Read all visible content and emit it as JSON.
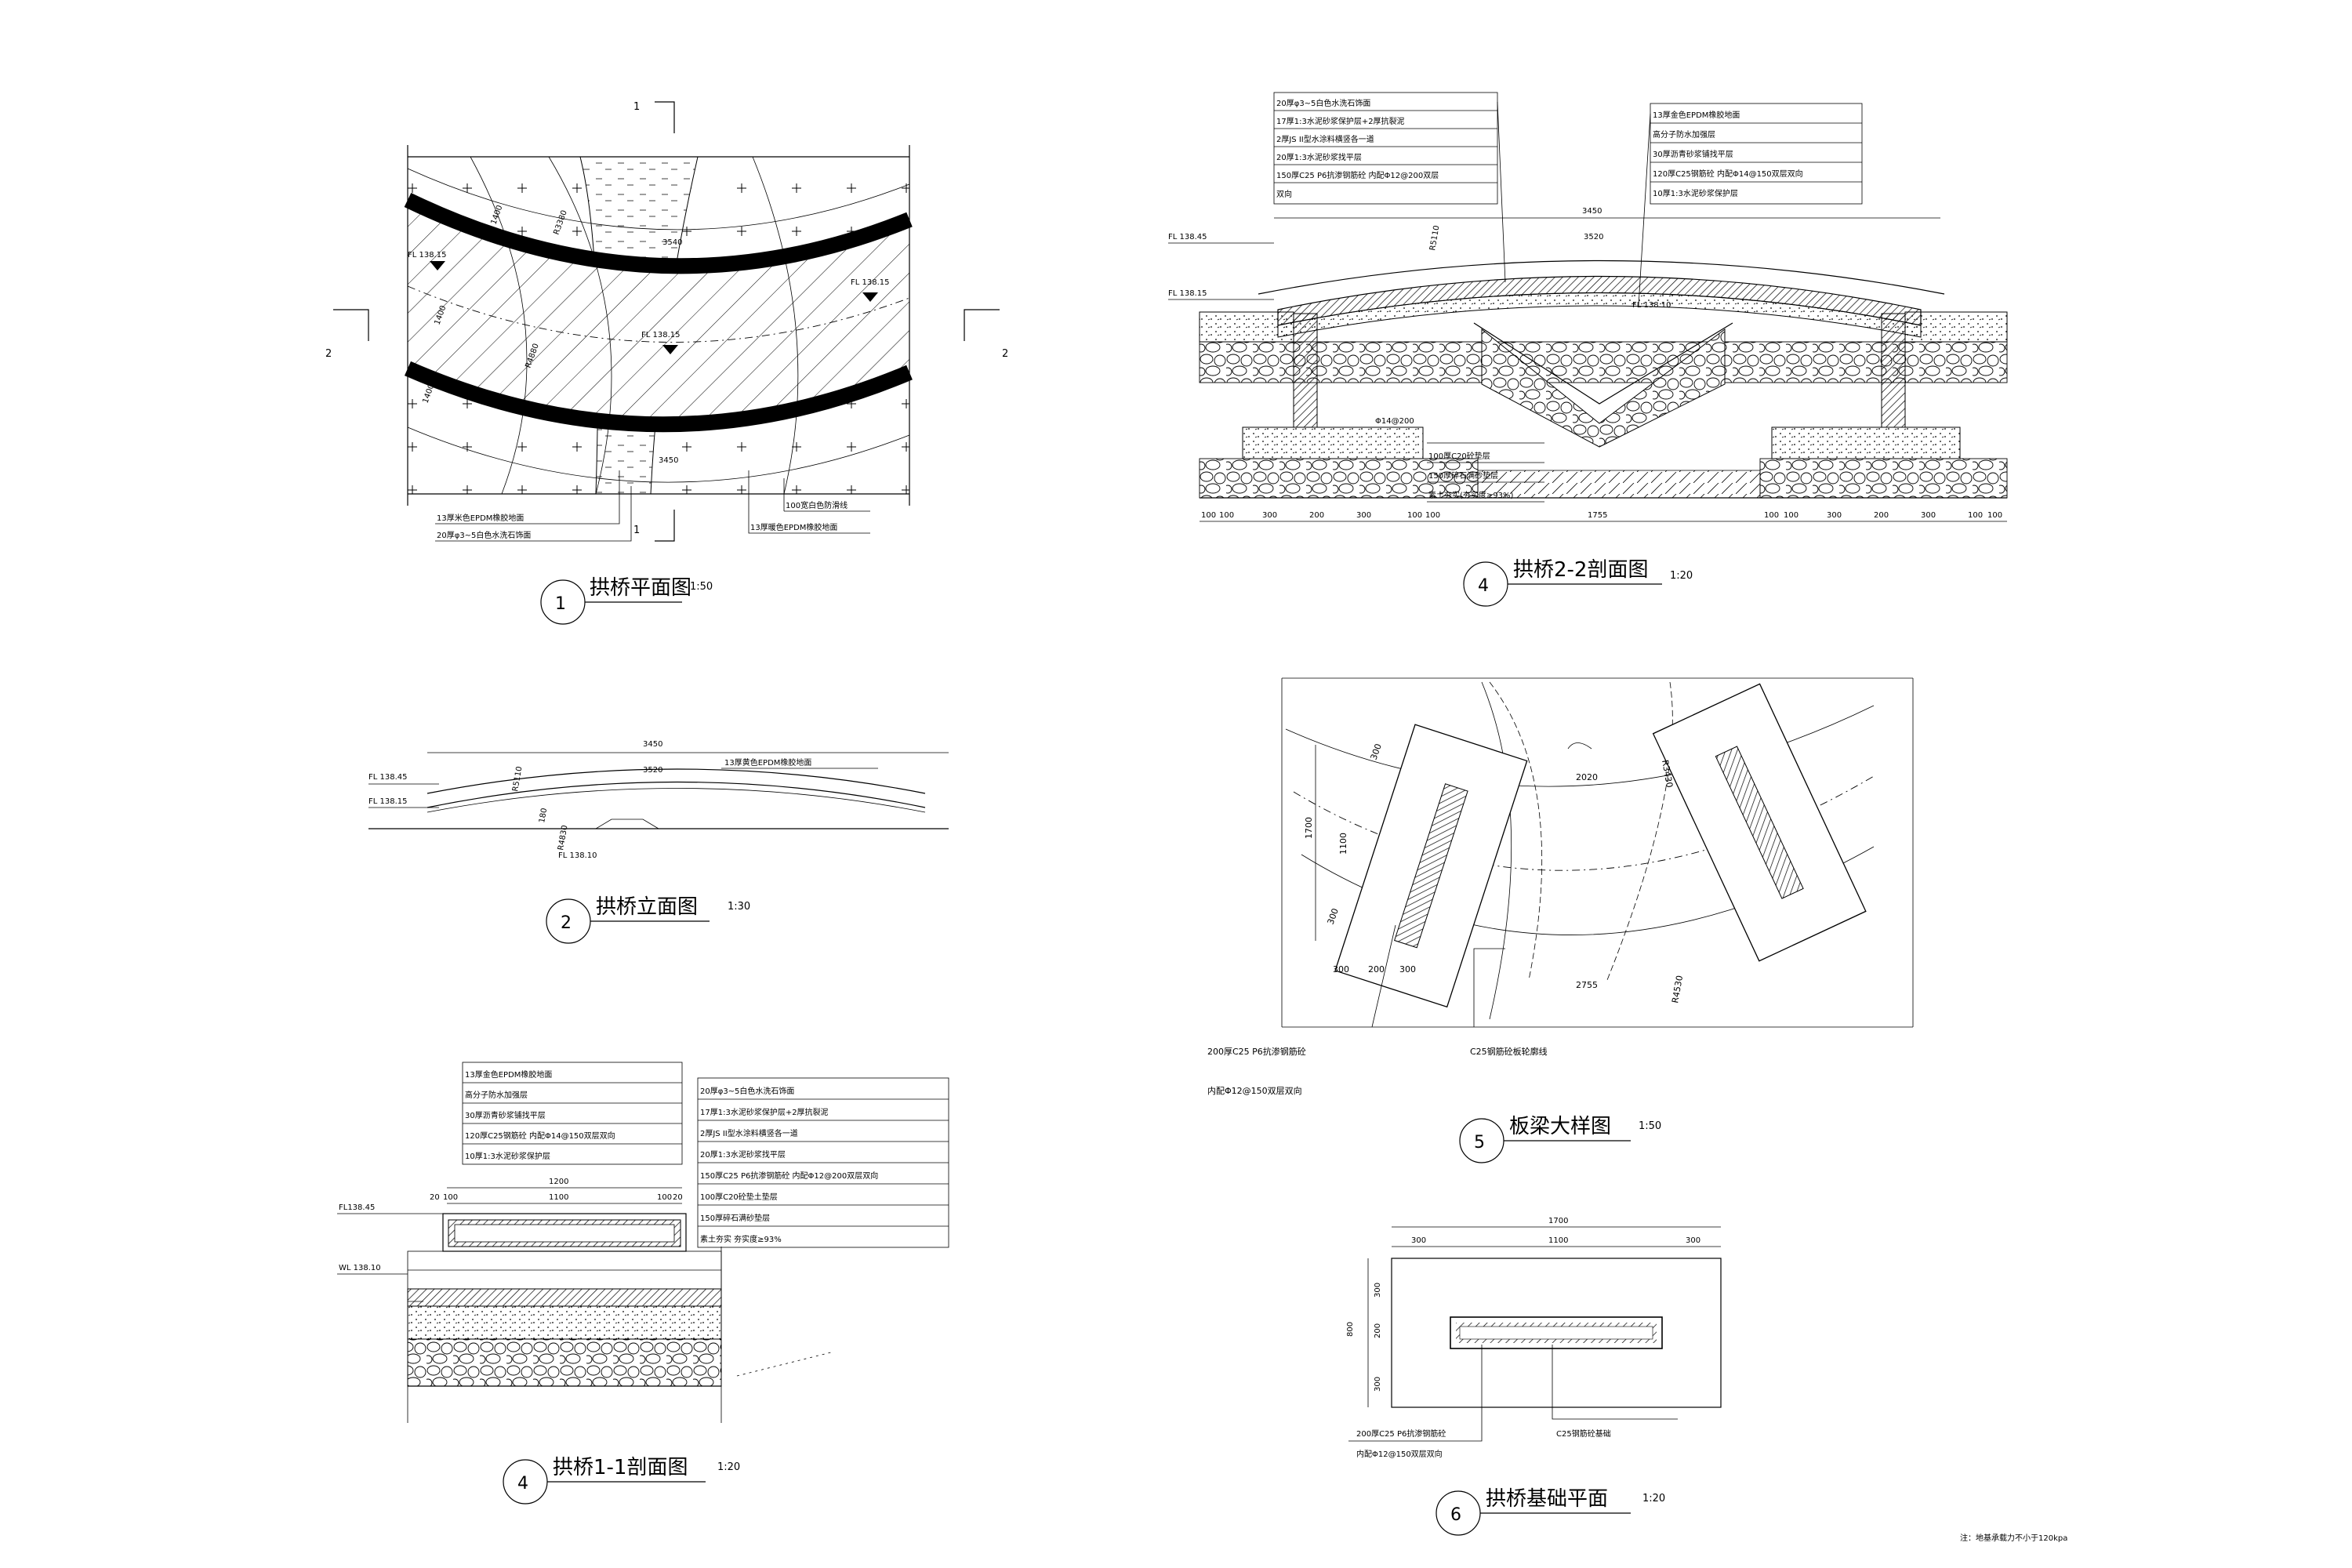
{
  "drawing_1": {
    "title": "拱桥平面图",
    "number": "1",
    "scale": "1:50",
    "section_marks": [
      "1",
      "1",
      "2",
      "2"
    ],
    "levels": [
      "FL 138.15",
      "FL 138.15",
      "FL 138.15"
    ],
    "dims": [
      "3540",
      "3450",
      "R3380",
      "R4880",
      "1400",
      "1400",
      "1400"
    ],
    "callouts": [
      "13厚米色EPDM橡胶地面",
      "20厚φ3~5白色水洗石饰面",
      "100宽白色防滑线",
      "13厚暖色EPDM橡胶地面"
    ]
  },
  "drawing_2": {
    "title": "拱桥立面图",
    "number": "2",
    "scale": "1:30",
    "levels": [
      "FL 138.45",
      "FL 138.15",
      "FL 138.10"
    ],
    "dims": [
      "3450",
      "3520",
      "R5110",
      "R4830",
      "180"
    ],
    "callouts": [
      "13厚黄色EPDM橡胶地面"
    ]
  },
  "drawing_4a": {
    "title": "拱桥2-2剖面图",
    "number": "4",
    "scale": "1:20",
    "levels": [
      "FL 138.45",
      "FL 138.15",
      "FL 138.10"
    ],
    "dims": [
      "3450",
      "3520",
      "R5110"
    ],
    "rebar_label": "Φ14@200",
    "layers_left": [
      "20厚φ3~5白色水洗石饰面",
      "17厚1:3水泥砂浆保护层+2厚抗裂泥",
      "2厚JS II型水涂料横竖各一道",
      "20厚1:3水泥砂浆找平层",
      "150厚C25 P6抗渗钢筋砼 内配Φ12@200双层",
      "双向"
    ],
    "layers_right": [
      "13厚金色EPDM橡胶地面",
      "高分子防水加强层",
      "30厚沥青砂浆铺找平层",
      "120厚C25钢筋砼 内配Φ14@150双层双向",
      "10厚1:3水泥砂浆保护层"
    ],
    "base_layers": [
      "100厚C20砼垫层",
      "150厚碎石满砂垫层",
      "素土夯实(夯实度≥93%)"
    ],
    "bottom_dims": [
      "100",
      "100",
      "300",
      "200",
      "300",
      "100",
      "100",
      "1755",
      "100",
      "100",
      "300",
      "200",
      "300",
      "100",
      "100"
    ]
  },
  "drawing_4b": {
    "title": "拱桥1-1剖面图",
    "number": "4",
    "scale": "1:20",
    "levels": [
      "FL138.45",
      "WL 138.10"
    ],
    "dims": [
      "1200",
      "1100",
      "20",
      "100",
      "100",
      "20"
    ],
    "layers_top": [
      "13厚金色EPDM橡胶地面",
      "高分子防水加强层",
      "30厚沥青砂浆铺找平层",
      "120厚C25钢筋砼 内配Φ14@150双层双向",
      "10厚1:3水泥砂浆保护层"
    ],
    "layers_side": [
      "20厚φ3~5白色水洗石饰面",
      "17厚1:3水泥砂浆保护层+2厚抗裂泥",
      "2厚JS II型水涂料横竖各一道",
      "20厚1:3水泥砂浆找平层",
      "150厚C25 P6抗渗钢筋砼 内配Φ12@200双层双向",
      "100厚C20砼垫土垫层",
      "150厚碎石满砂垫层",
      "素土夯实 夯实度≥93%"
    ]
  },
  "drawing_5": {
    "title": "板梁大样图",
    "number": "5",
    "scale": "1:50",
    "dims": [
      "2020",
      "R3430",
      "R4530",
      "2755",
      "1700",
      "1100",
      "300",
      "300",
      "300",
      "200",
      "300"
    ],
    "callouts": [
      "200厚C25 P6抗渗钢筋砼",
      "内配Φ12@150双层双向",
      "C25钢筋砼板轮廓线"
    ]
  },
  "drawing_6": {
    "title": "拱桥基础平面",
    "number": "6",
    "scale": "1:20",
    "dims": [
      "1700",
      "300",
      "1100",
      "300",
      "800",
      "300",
      "200",
      "300"
    ],
    "callouts": [
      "200厚C25 P6抗渗钢筋砼",
      "内配Φ12@150双层双向",
      "C25钢筋砼基础"
    ]
  },
  "note": "注：地基承载力不小于120kpa"
}
